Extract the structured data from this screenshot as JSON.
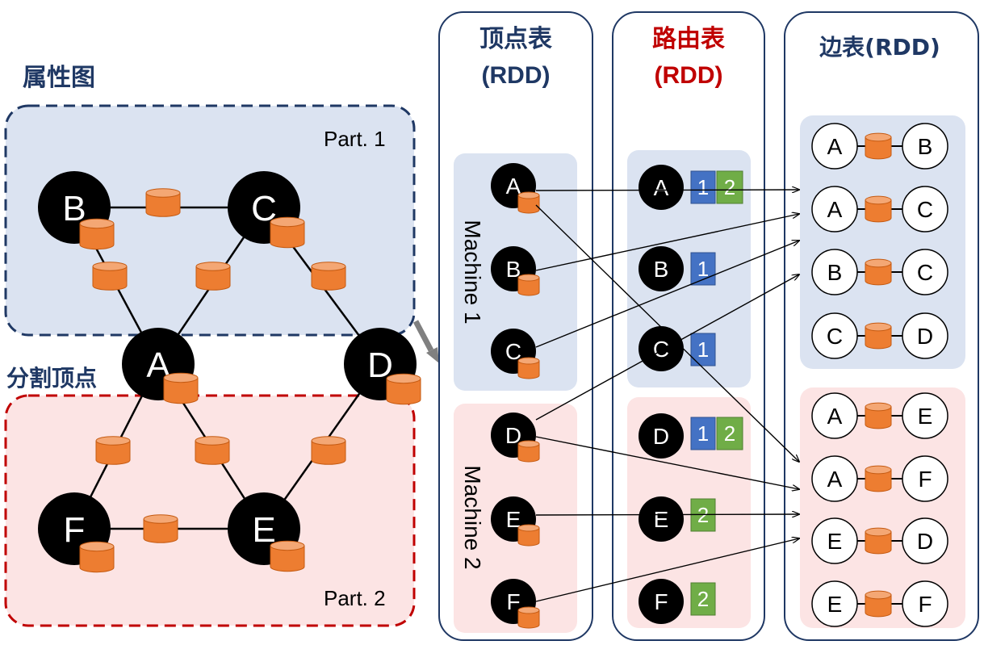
{
  "property_graph": {
    "title": "属性图",
    "part1_label": "Part. 1",
    "part2_label": "Part. 2",
    "vertex_cut_label": "分割顶点",
    "nodes": [
      "A",
      "B",
      "C",
      "D",
      "E",
      "F"
    ]
  },
  "vertex_table": {
    "title_line1": "顶点表",
    "title_line2": "(RDD)",
    "machine1_label": "Machine 1",
    "machine2_label": "Machine 2",
    "machine1_vertices": [
      "A",
      "B",
      "C"
    ],
    "machine2_vertices": [
      "D",
      "E",
      "F"
    ]
  },
  "routing_table": {
    "title_line1": "路由表",
    "title_line2": "(RDD)",
    "rows": [
      {
        "vertex": "A",
        "parts": [
          "1",
          "2"
        ]
      },
      {
        "vertex": "B",
        "parts": [
          "1"
        ]
      },
      {
        "vertex": "C",
        "parts": [
          "1"
        ]
      },
      {
        "vertex": "D",
        "parts": [
          "1",
          "2"
        ]
      },
      {
        "vertex": "E",
        "parts": [
          "2"
        ]
      },
      {
        "vertex": "F",
        "parts": [
          "2"
        ]
      }
    ]
  },
  "edge_table": {
    "title": "边表(RDD)",
    "part1_edges": [
      [
        "A",
        "B"
      ],
      [
        "A",
        "C"
      ],
      [
        "B",
        "C"
      ],
      [
        "C",
        "D"
      ]
    ],
    "part2_edges": [
      [
        "A",
        "E"
      ],
      [
        "A",
        "F"
      ],
      [
        "E",
        "D"
      ],
      [
        "E",
        "F"
      ]
    ]
  },
  "colors": {
    "part1_fill": "#dbe3f1",
    "part1_border": "#1f3864",
    "part2_fill": "#fce4e4",
    "part2_border": "#c00000",
    "node_fill": "#000000",
    "cylinder_fill": "#ed7d31",
    "tag_part1": "#4472c4",
    "tag_part2": "#70ad47",
    "title_navy": "#1f3864",
    "title_red": "#c00000"
  }
}
